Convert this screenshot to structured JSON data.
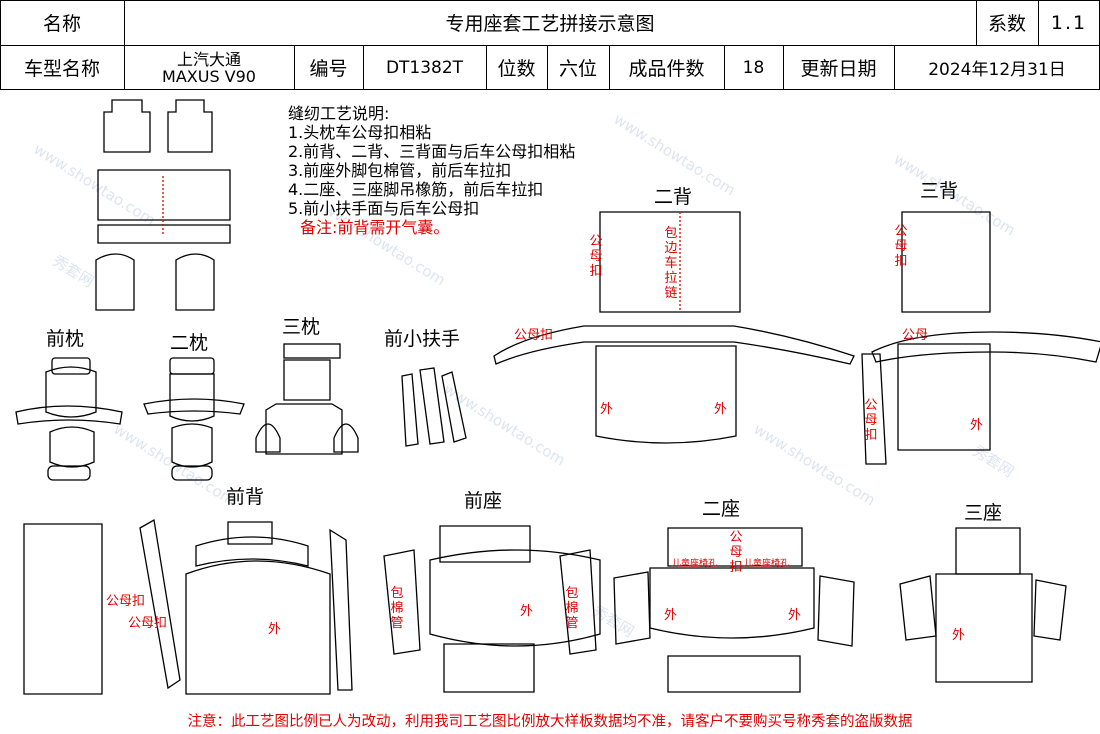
{
  "header": {
    "name_label": "名称",
    "title": "专用座套工艺拼接示意图",
    "coef_label": "系数",
    "coef_value": "1.1",
    "model_label": "车型名称",
    "model_line1": "上汽大通",
    "model_line2": "MAXUS V90",
    "code_label": "编号",
    "code_value": "DT1382T",
    "seats_label": "位数",
    "seats_value": "六位",
    "pieces_label": "成品件数",
    "pieces_value": "18",
    "update_label": "更新日期",
    "update_value": "2024年12月31日"
  },
  "notes": {
    "heading": "缝纫工艺说明:",
    "items": [
      "1.头枕车公母扣相粘",
      "2.前背、二背、三背面与后车公母扣相粘",
      "3.前座外脚包棉管，前后车拉扣",
      "4.二座、三座脚吊橡筋，前后车拉扣",
      "5.前小扶手面与后车公母扣"
    ],
    "remark": "备注:前背需开气囊。"
  },
  "sections": {
    "front_headrest": "前枕",
    "second_headrest": "二枕",
    "third_headrest": "三枕",
    "front_armrest": "前小扶手",
    "second_back": "二背",
    "third_back": "三背",
    "front_back": "前背",
    "front_seat": "前座",
    "second_seat": "二座",
    "third_seat": "三座"
  },
  "annotations": {
    "snap": "公母扣",
    "zipper_edge": "包边车拉链",
    "outer": "外",
    "foam_tube": "包棉管",
    "child_seat": "儿童座椅孔",
    "snap_short": "公母扣",
    "snap_abbrev": "公母"
  },
  "watermark": {
    "brand": "秀套网",
    "site": "www.showtao.com"
  },
  "footer": "注意：此工艺图比例已人为改动，利用我司工艺图比例放大样板数据均不准，请客户不要购买号称秀套的盗版数据",
  "colors": {
    "line": "#000000",
    "annotation": "#e00000",
    "watermark": "#9fb5d6"
  }
}
